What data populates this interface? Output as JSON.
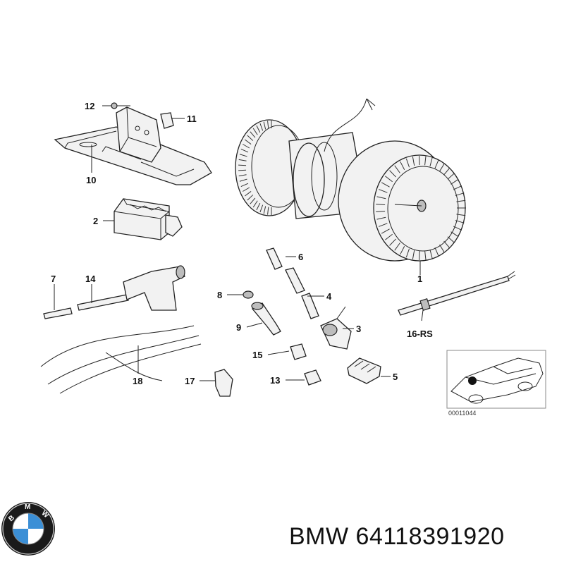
{
  "diagram": {
    "callouts": {
      "c1": "1",
      "c2": "2",
      "c3": "3",
      "c4": "4",
      "c5": "5",
      "c6": "6",
      "c7": "7",
      "c8": "8",
      "c9": "9",
      "c10": "10",
      "c11": "11",
      "c12": "12",
      "c13": "13",
      "c14": "14",
      "c15": "15",
      "c16": "16-RS",
      "c17": "17",
      "c18": "18"
    },
    "reference_code": "00011044"
  },
  "footer": {
    "brand": "BMW",
    "part_number": "64118391920",
    "logo_text": "BMW"
  }
}
